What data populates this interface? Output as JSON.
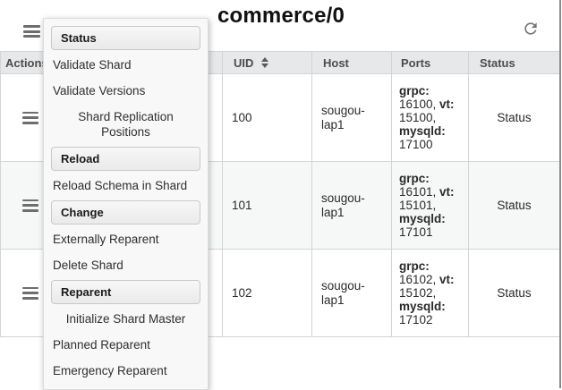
{
  "header": {
    "title": "commerce/0"
  },
  "icons": {
    "refresh": "refresh-icon",
    "menu_trigger": "hamburger-menu-icon",
    "row_actions": "hamburger-menu-icon",
    "uid_sort": "sort-updown-icon"
  },
  "colors": {
    "table_header_bg": "#e6e8ea",
    "row_alt_bg": "#f6f7f7",
    "border": "#d4d4d4",
    "icon_gray": "#757575",
    "menu_bg": "#f8f8f8"
  },
  "menu": {
    "sections": [
      {
        "header": "Status",
        "items": [
          "Validate Shard",
          "Validate Versions",
          "Shard Replication Positions"
        ]
      },
      {
        "header": "Reload",
        "items": [
          "Reload Schema in Shard"
        ]
      },
      {
        "header": "Change",
        "items": [
          "Externally Reparent",
          "Delete Shard"
        ]
      },
      {
        "header": "Reparent",
        "items": [
          "Initialize Shard Master",
          "Planned Reparent",
          "Emergency Reparent"
        ]
      }
    ]
  },
  "table": {
    "columns": {
      "actions": "Actions",
      "uid": "UID",
      "host": "Host",
      "ports": "Ports",
      "status": "Status"
    },
    "rows": [
      {
        "uid": "100",
        "host": "sougou-lap1",
        "ports": [
          {
            "label": "grpc:",
            "value": "16100"
          },
          {
            "label": "vt:",
            "value": "15100"
          },
          {
            "label": "mysqld:",
            "value": "17100"
          }
        ],
        "status": "Status"
      },
      {
        "uid": "101",
        "host": "sougou-lap1",
        "ports": [
          {
            "label": "grpc:",
            "value": "16101"
          },
          {
            "label": "vt:",
            "value": "15101"
          },
          {
            "label": "mysqld:",
            "value": "17101"
          }
        ],
        "status": "Status"
      },
      {
        "uid": "102",
        "host": "sougou-lap1",
        "ports": [
          {
            "label": "grpc:",
            "value": "16102"
          },
          {
            "label": "vt:",
            "value": "15102"
          },
          {
            "label": "mysqld:",
            "value": "17102"
          }
        ],
        "status": "Status"
      }
    ]
  }
}
